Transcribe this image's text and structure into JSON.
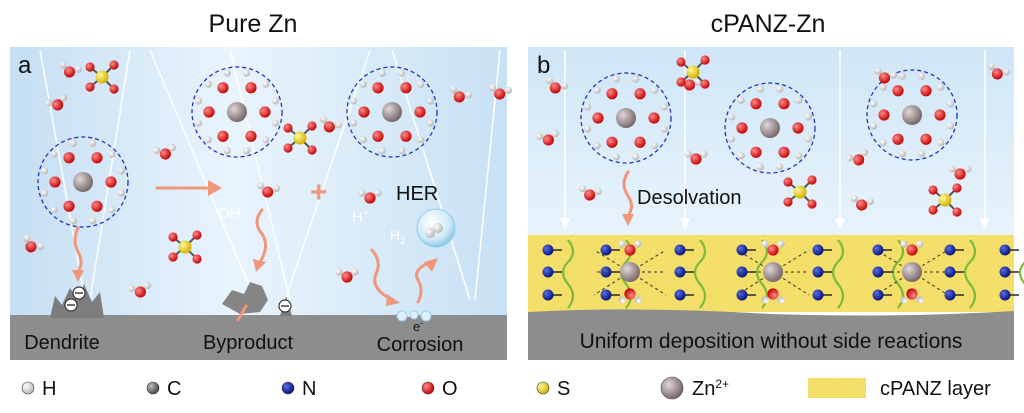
{
  "panels": {
    "a": {
      "letter": "a",
      "title": "Pure Zn",
      "labels": {
        "dendrite": "Dendrite",
        "byproduct": "Byproduct",
        "corrosion": "Corrosion",
        "her": "HER",
        "oh": "OH",
        "oh_sup": "-",
        "h": "H",
        "h_sup": "+",
        "h2": "H",
        "h2_sub": "2",
        "e": "e",
        "e_sup": "-",
        "plus_sign": "+"
      }
    },
    "b": {
      "letter": "b",
      "title": "cPANZ-Zn",
      "labels": {
        "desolvation": "Desolvation",
        "bottom_caption": "Uniform deposition without side reactions"
      }
    }
  },
  "legend": [
    {
      "symbol": "H",
      "color": "#f4f4f4"
    },
    {
      "symbol": "C",
      "color": "#6f6f6f"
    },
    {
      "symbol": "N",
      "color": "#0a1fa0"
    },
    {
      "symbol": "O",
      "color": "#e01818"
    },
    {
      "symbol": "S",
      "color": "#f5e20e"
    },
    {
      "symbol": "Zn",
      "sup": "2+",
      "color": "#9d8f92"
    },
    {
      "symbol": "cPANZ layer",
      "color": "#f3df6a"
    }
  ],
  "colors": {
    "electrolyte": "#d3e9f8",
    "zinc_electrode": "#8e8e8e",
    "arrow": "#f0967a",
    "solvation_ring": "#2233bb",
    "field_line": "#ffffff"
  }
}
